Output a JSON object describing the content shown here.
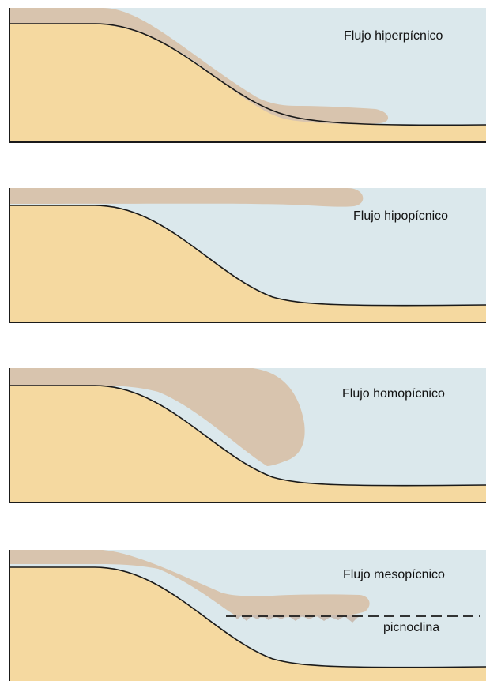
{
  "colors": {
    "water": "#dbe8ec",
    "sediment": "#f5d9a0",
    "flow": "#d8c4ae",
    "outline": "#1a1a1a"
  },
  "panels": [
    {
      "label": "Flujo hiperpícnico"
    },
    {
      "label": "Flujo hipopícnico"
    },
    {
      "label": "Flujo homopícnico"
    },
    {
      "label": "Flujo mesopícnico",
      "pycnocline_label": "picnoclina"
    }
  ]
}
